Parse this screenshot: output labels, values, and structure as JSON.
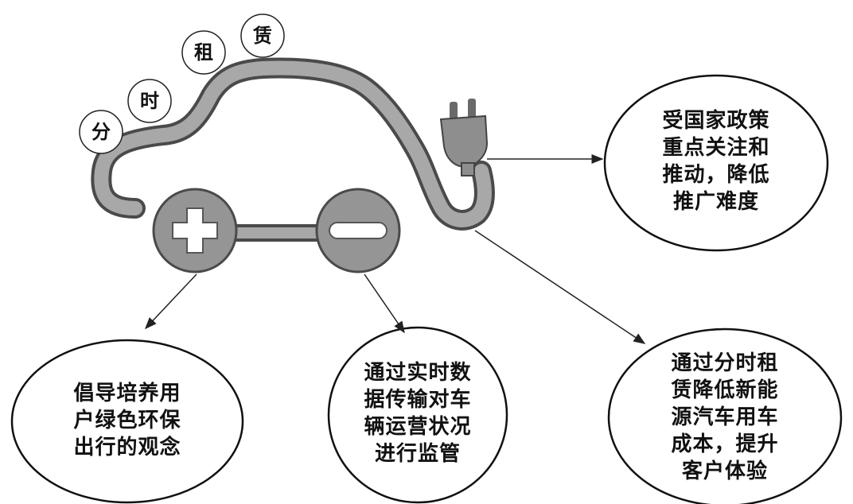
{
  "title_chars": [
    "分",
    "时",
    "租",
    "赁"
  ],
  "nodes": {
    "policy": {
      "lines": [
        "受国家政策",
        "重点关注和",
        "推动，降低",
        "推广难度"
      ]
    },
    "green": {
      "lines": [
        "倡导培养用",
        "户绿色环保",
        "出行的观念"
      ]
    },
    "monitor": {
      "lines": [
        "通过实时数",
        "据传输对车",
        "辆运营状况",
        "进行监管"
      ]
    },
    "cost": {
      "lines": [
        "通过分时租",
        "赁降低新能",
        "源汽车用车",
        "成本，提升",
        "客户体验"
      ]
    }
  },
  "colors": {
    "car_fill": "#9a9a9a",
    "car_stroke": "#4a4a4a",
    "line": "#222222"
  }
}
